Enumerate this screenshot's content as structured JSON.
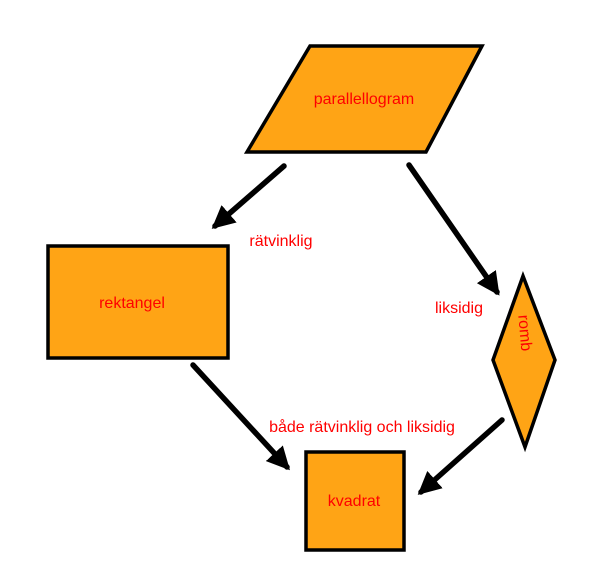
{
  "diagram": {
    "title_hint": "quadrilateral classification diagram",
    "colors": {
      "background": "#ffffff",
      "shape_fill": "#FFA415",
      "shape_stroke": "#000000",
      "arrow_color": "#000000",
      "label_color": "#FF0000"
    },
    "nodes": [
      {
        "id": "parallellogram",
        "label": "parallellogram",
        "shape": "parallelogram"
      },
      {
        "id": "rektangel",
        "label": "rektangel",
        "shape": "rectangle"
      },
      {
        "id": "romb",
        "label": "romb",
        "shape": "rhombus",
        "label_rotation_deg": 85
      },
      {
        "id": "kvadrat",
        "label": "kvadrat",
        "shape": "square"
      }
    ],
    "edges": [
      {
        "from": "parallellogram",
        "to": "rektangel",
        "label": "rätvinklig"
      },
      {
        "from": "parallellogram",
        "to": "romb",
        "label": "liksidig"
      },
      {
        "from": "rektangel",
        "to": "kvadrat",
        "label": "både rätvinklig och liksidig"
      },
      {
        "from": "romb",
        "to": "kvadrat",
        "label": ""
      }
    ]
  }
}
